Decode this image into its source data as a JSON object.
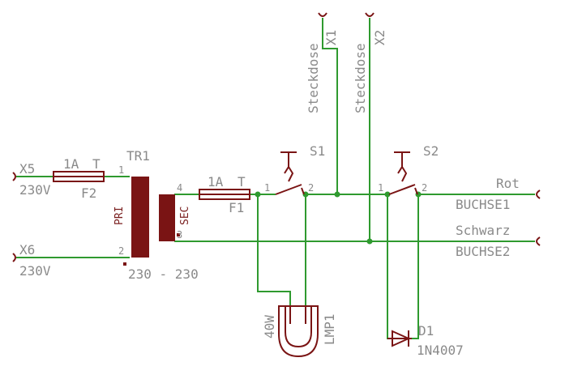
{
  "colors": {
    "wire": "#2f9a2f",
    "part": "#7a1414",
    "text": "#8a8a8a",
    "background": "#ffffff"
  },
  "connectors": {
    "x5": {
      "name": "X5",
      "value": "230V"
    },
    "x6": {
      "name": "X6",
      "value": "230V"
    },
    "x1": {
      "name": "X1",
      "value": "Steckdose"
    },
    "x2": {
      "name": "X2",
      "value": "Steckdose"
    },
    "buchse1": {
      "name": "BUCHSE1",
      "value": "Rot"
    },
    "buchse2": {
      "name": "BUCHSE2",
      "value": "Schwarz"
    }
  },
  "fuses": {
    "f1": {
      "name": "F1",
      "rating": "1A",
      "type": "T"
    },
    "f2": {
      "name": "F2",
      "rating": "1A",
      "type": "T"
    }
  },
  "transformer": {
    "name": "TR1",
    "value": "230 - 230",
    "pri": "PRI",
    "sec": "SEC",
    "pins": {
      "p1": "1",
      "p2": "2",
      "p3": "3",
      "p4": "4"
    }
  },
  "switches": {
    "s1": {
      "name": "S1",
      "pin1": "1",
      "pin2": "2"
    },
    "s2": {
      "name": "S2",
      "pin1": "1",
      "pin2": "2"
    }
  },
  "lamp": {
    "name": "LMP1",
    "value": "40W"
  },
  "diode": {
    "name": "D1",
    "value": "1N4007"
  }
}
